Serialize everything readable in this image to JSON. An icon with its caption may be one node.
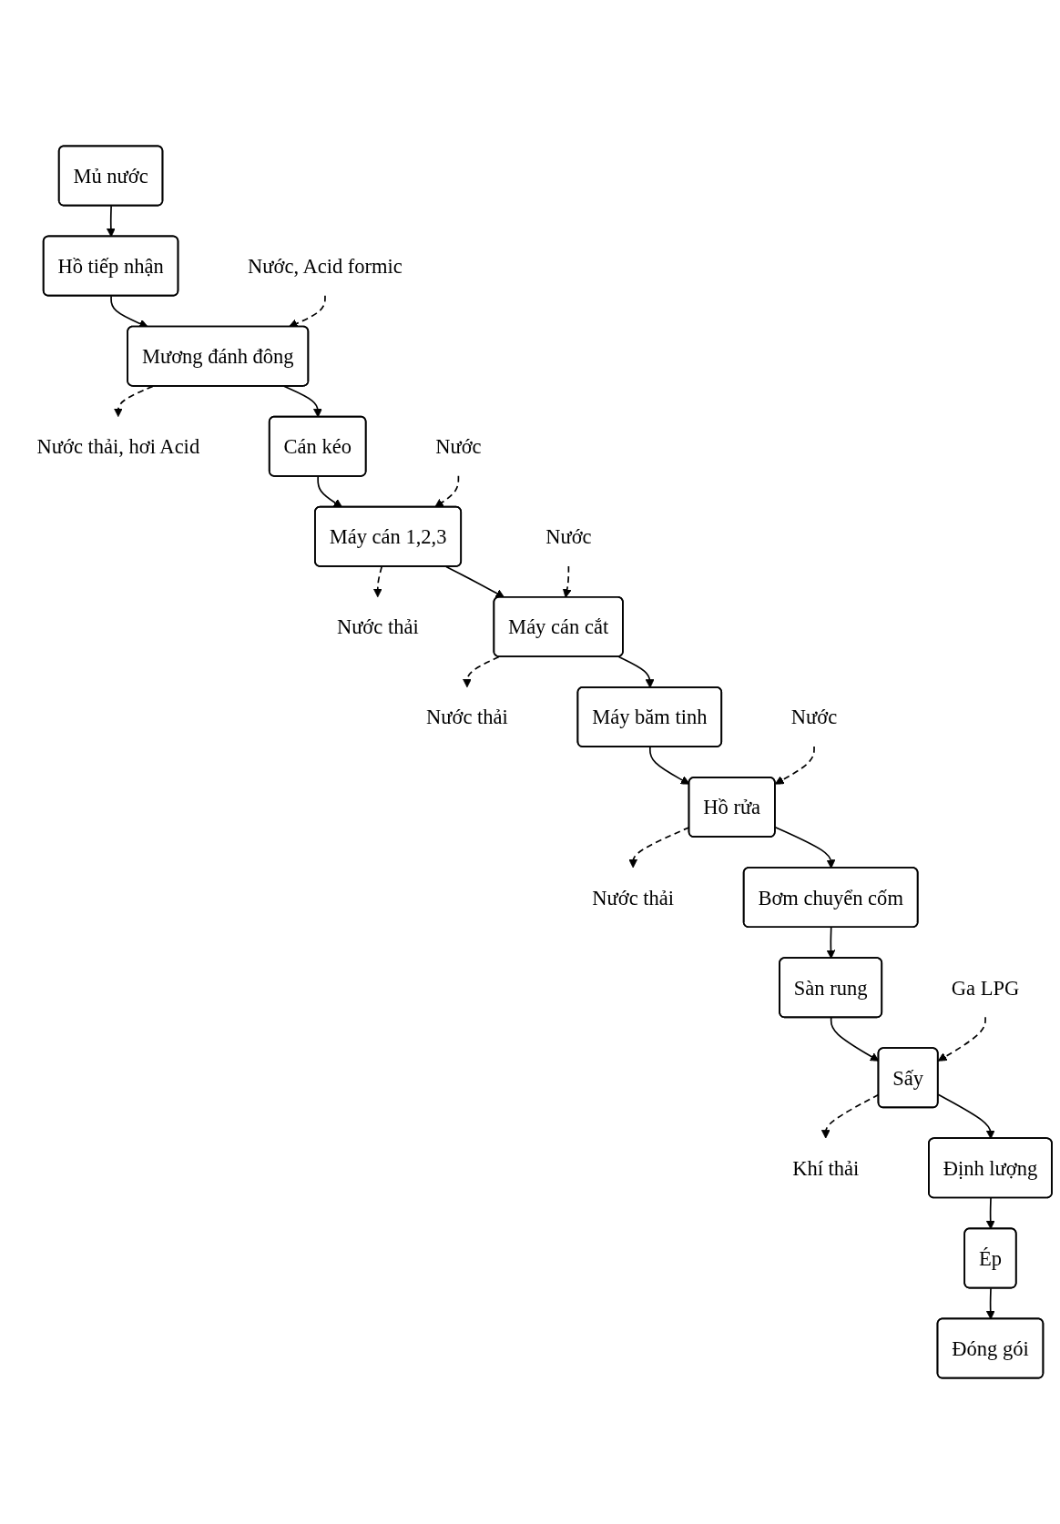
{
  "diagram": {
    "nodes": [
      {
        "text": [
          "Mủ nước"
        ]
      },
      {
        "text": [
          "Hồ tiếp nhận"
        ]
      },
      {
        "text": [
          "Nước, Acid formic"
        ]
      },
      {
        "text": [
          "Mương đánh đông"
        ]
      },
      {
        "text": [
          "Nước thải, hơi Acid"
        ]
      },
      {
        "text": [
          "Cán kéo"
        ]
      },
      {
        "text": [
          "Nước"
        ]
      },
      {
        "text": [
          "Máy cán 1,2,3"
        ]
      },
      {
        "text": [
          "Nước thải"
        ]
      },
      {
        "text": [
          "Nước"
        ]
      },
      {
        "text": [
          "Máy cán cắt"
        ]
      },
      {
        "text": [
          "Nước thải"
        ]
      },
      {
        "text": [
          "Máy băm tinh"
        ]
      },
      {
        "text": [
          "Nước"
        ]
      },
      {
        "text": [
          "Hồ rửa"
        ]
      },
      {
        "text": [
          "Nước thải"
        ]
      },
      {
        "text": [
          "Bơm chuyển cốm"
        ]
      },
      {
        "text": [
          "Sàn rung"
        ]
      },
      {
        "text": [
          "Ga LPG"
        ]
      },
      {
        "text": [
          "Sấy"
        ]
      },
      {
        "text": [
          "Khí thải"
        ]
      },
      {
        "text": [
          "Định lượng"
        ]
      },
      {
        "text": [
          "Ép"
        ]
      },
      {
        "text": [
          "Đóng gói"
        ]
      }
    ],
    "edges": [
      {
        "from": 0,
        "to": 1,
        "arrow": "to"
      },
      {
        "from": 1,
        "to": 3,
        "arrow": "to"
      },
      {
        "from": 2,
        "to": 3,
        "arrow": "to",
        "style": "dashed"
      },
      {
        "from": 3,
        "to": 4,
        "arrow": "to",
        "style": "dashed"
      },
      {
        "from": 3,
        "to": 5,
        "arrow": "to"
      },
      {
        "from": 5,
        "to": 7,
        "arrow": "to"
      },
      {
        "from": 6,
        "to": 7,
        "arrow": "to",
        "style": "dashed"
      },
      {
        "from": 7,
        "to": 8,
        "arrow": "to",
        "style": "dashed"
      },
      {
        "from": 7,
        "to": 10,
        "arrow": "to"
      },
      {
        "from": 9,
        "to": 10,
        "arrow": "to",
        "style": "dashed"
      },
      {
        "from": 10,
        "to": 11,
        "arrow": "to",
        "style": "dashed"
      },
      {
        "from": 10,
        "to": 12,
        "arrow": "to"
      },
      {
        "from": 12,
        "to": 14,
        "arrow": "to"
      },
      {
        "from": 13,
        "to": 14,
        "arrow": "to",
        "style": "dashed"
      },
      {
        "from": 14,
        "to": 15,
        "arrow": "to",
        "style": "dashed"
      },
      {
        "from": 14,
        "to": 16,
        "arrow": "to"
      },
      {
        "from": 16,
        "to": 17,
        "arrow": "to"
      },
      {
        "from": 17,
        "to": 19,
        "arrow": "to"
      },
      {
        "from": 18,
        "to": 19,
        "arrow": "to",
        "style": "dashed"
      },
      {
        "from": 19,
        "to": 20,
        "arrow": "to",
        "style": "dashed"
      },
      {
        "from": 19,
        "to": 21,
        "arrow": "to"
      },
      {
        "from": 21,
        "to": 22,
        "arrow": "to"
      },
      {
        "from": 22,
        "to": 23,
        "arrow": "to"
      }
    ]
  }
}
